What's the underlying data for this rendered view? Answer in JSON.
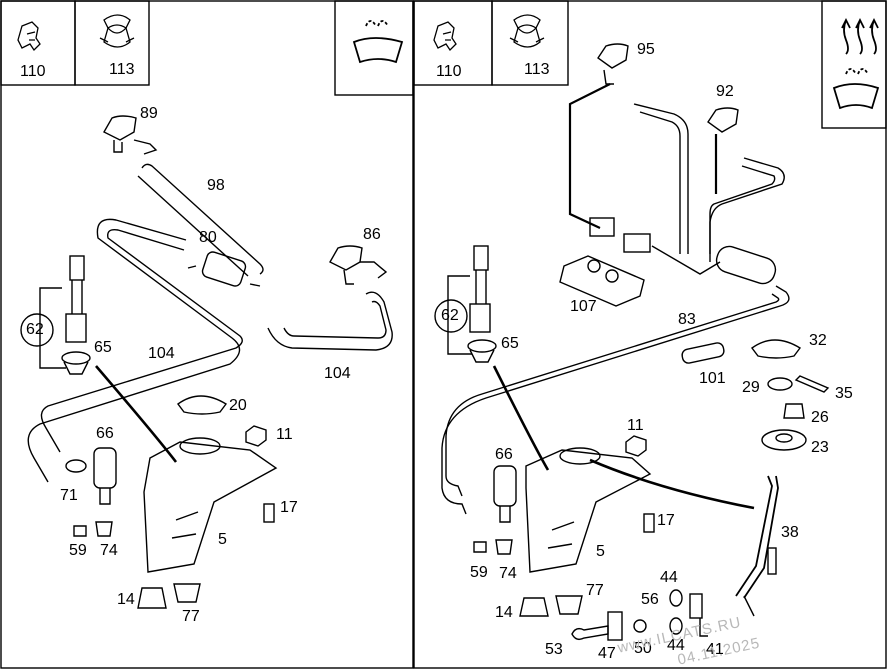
{
  "watermark": {
    "site": "www.ILCATS.RU",
    "date": "04.11.2025"
  },
  "left_panel": {
    "legend": [
      {
        "part": "110",
        "icon": "connector-clip-icon"
      },
      {
        "part": "113",
        "icon": "hose-clamp-icon"
      }
    ],
    "symbol": "windshield-washer-icon",
    "callouts": [
      "89",
      "98",
      "80",
      "86",
      "62",
      "65",
      "104",
      "104",
      "20",
      "66",
      "11",
      "71",
      "17",
      "5",
      "59",
      "74",
      "14",
      "77"
    ]
  },
  "right_panel": {
    "legend": [
      {
        "part": "110",
        "icon": "connector-clip-icon"
      },
      {
        "part": "113",
        "icon": "hose-clamp-icon"
      }
    ],
    "symbol": "heated-windshield-washer-icon",
    "callouts": [
      "95",
      "92",
      "107",
      "83",
      "62",
      "65",
      "32",
      "101",
      "29",
      "35",
      "26",
      "23",
      "11",
      "66",
      "17",
      "38",
      "5",
      "59",
      "74",
      "77",
      "44",
      "14",
      "56",
      "53",
      "47",
      "50",
      "44",
      "41"
    ]
  }
}
